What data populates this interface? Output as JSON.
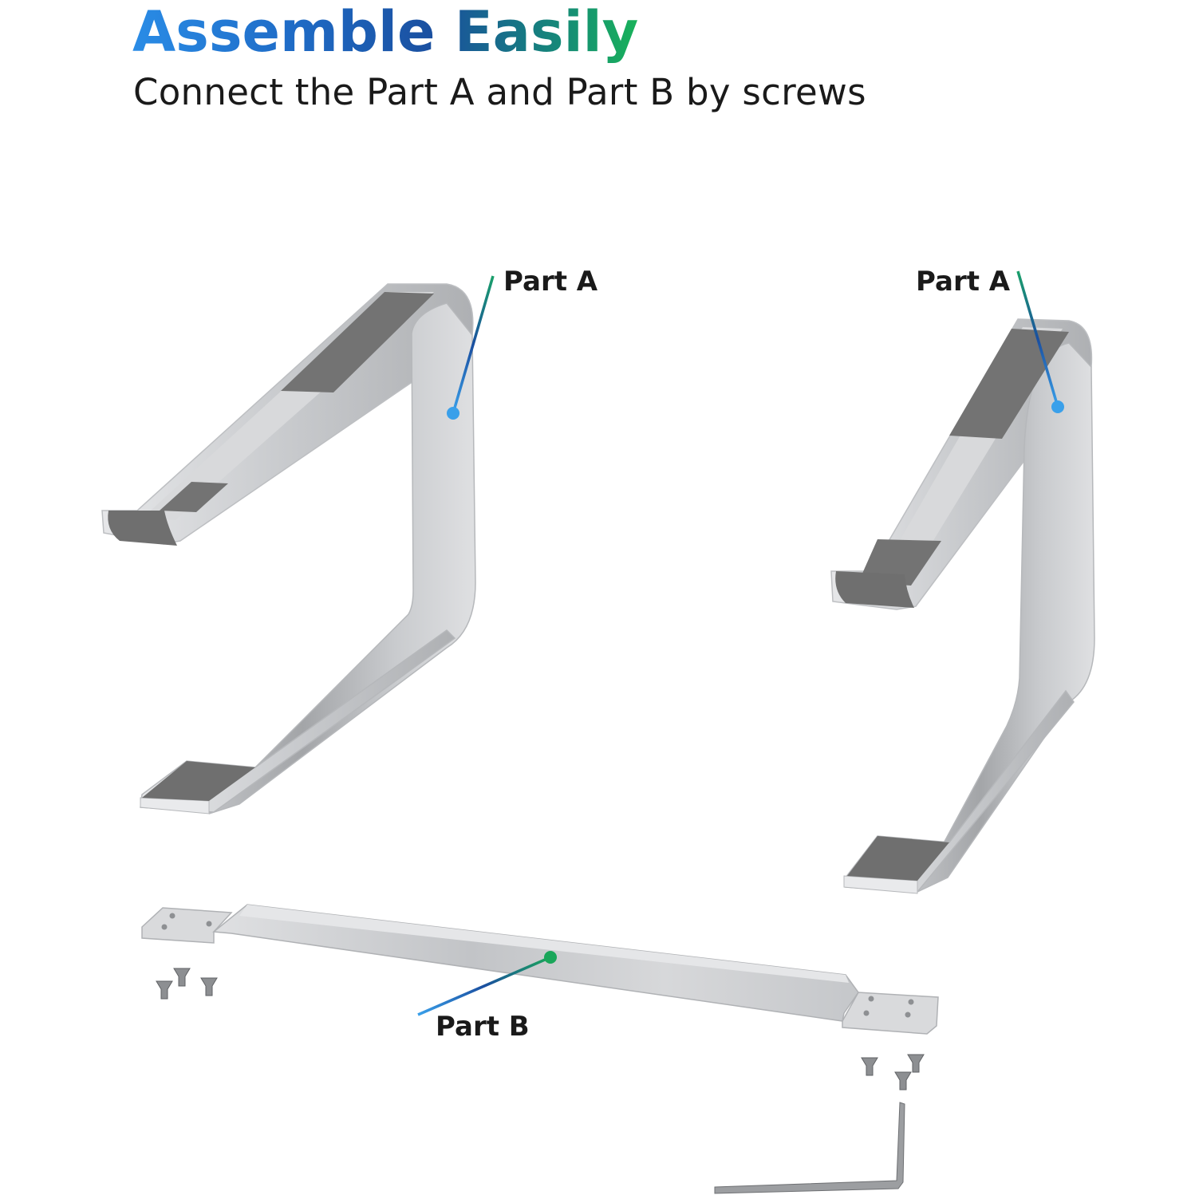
{
  "header": {
    "title": "Assemble Easily",
    "subtitle": "Connect the Part A and Part B by screws"
  },
  "labels": {
    "part_a_left": "Part A",
    "part_a_right": "Part A",
    "part_b": "Part B"
  },
  "colors": {
    "title_gradient": [
      "#2a8ce6",
      "#1a4f9f",
      "#19b25a"
    ],
    "marker_blue": "#3aa0ea",
    "marker_green": "#1aa65a",
    "pad_gray": "#727272",
    "aluminum": "#c9cbce"
  }
}
